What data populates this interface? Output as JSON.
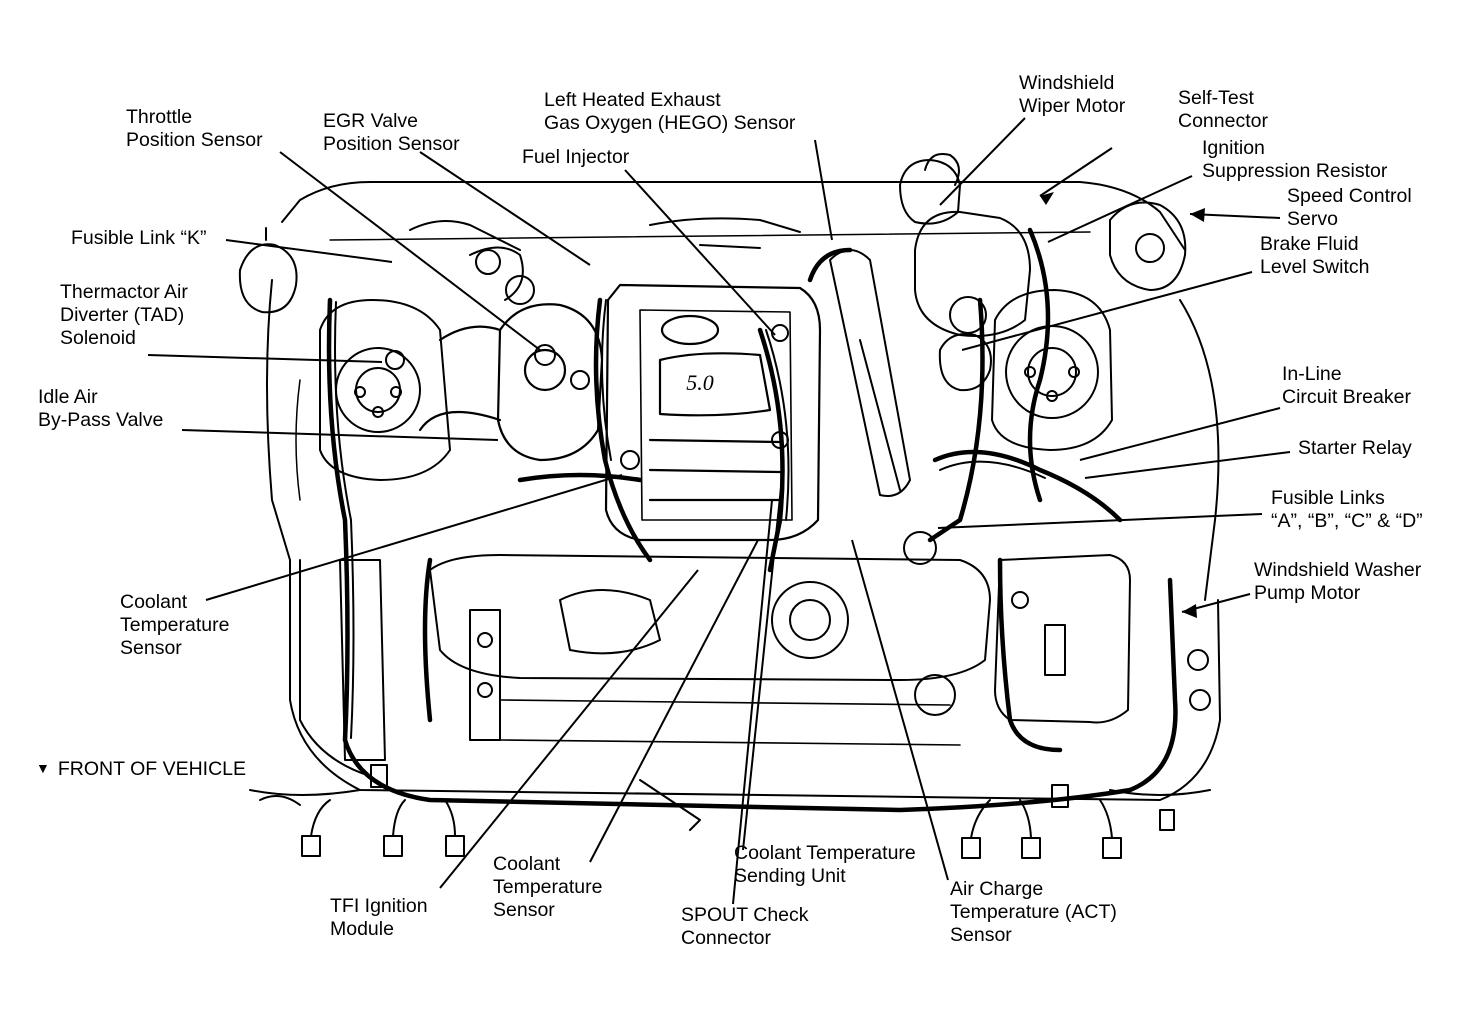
{
  "callouts": [
    {
      "id": "throttle-position-sensor",
      "lines": [
        "Throttle",
        "Position Sensor"
      ]
    },
    {
      "id": "egr-valve-position-sensor",
      "lines": [
        "EGR Valve",
        "Position Sensor"
      ]
    },
    {
      "id": "left-hego-sensor",
      "lines": [
        "Left Heated Exhaust",
        "Gas Oxygen (HEGO) Sensor"
      ]
    },
    {
      "id": "fuel-injector",
      "lines": [
        "Fuel Injector"
      ]
    },
    {
      "id": "windshield-wiper-motor",
      "lines": [
        "Windshield",
        "Wiper Motor"
      ]
    },
    {
      "id": "self-test-connector",
      "lines": [
        "Self-Test",
        "Connector"
      ]
    },
    {
      "id": "ignition-suppression-resistor",
      "lines": [
        "Ignition",
        "Suppression Resistor"
      ]
    },
    {
      "id": "speed-control-servo",
      "lines": [
        "Speed Control",
        "Servo"
      ]
    },
    {
      "id": "brake-fluid-level-switch",
      "lines": [
        "Brake Fluid",
        "Level Switch"
      ]
    },
    {
      "id": "fusible-link-k",
      "lines": [
        "Fusible Link “K”"
      ]
    },
    {
      "id": "thermactor-tad-solenoid",
      "lines": [
        "Thermactor Air",
        "Diverter (TAD)",
        "Solenoid"
      ]
    },
    {
      "id": "idle-air-bypass-valve",
      "lines": [
        "Idle Air",
        "By-Pass Valve"
      ]
    },
    {
      "id": "in-line-circuit-breaker",
      "lines": [
        "In-Line",
        "Circuit Breaker"
      ]
    },
    {
      "id": "starter-relay",
      "lines": [
        "Starter Relay"
      ]
    },
    {
      "id": "fusible-links-abcd",
      "lines": [
        "Fusible Links",
        "“A”, “B”, “C” & “D”"
      ]
    },
    {
      "id": "windshield-washer-pump-motor",
      "lines": [
        "Windshield Washer",
        "Pump Motor"
      ]
    },
    {
      "id": "coolant-temperature-sensor-left",
      "lines": [
        "Coolant",
        "Temperature",
        "Sensor"
      ]
    },
    {
      "id": "tfi-ignition-module",
      "lines": [
        "TFI Ignition",
        "Module"
      ]
    },
    {
      "id": "coolant-temperature-sensor-bottom",
      "lines": [
        "Coolant",
        "Temperature",
        "Sensor"
      ]
    },
    {
      "id": "spout-check-connector",
      "lines": [
        "SPOUT Check",
        "Connector"
      ]
    },
    {
      "id": "coolant-temperature-sending-unit",
      "lines": [
        "Coolant Temperature",
        "Sending Unit"
      ]
    },
    {
      "id": "act-sensor",
      "lines": [
        "Air Charge",
        "Temperature (ACT)",
        "Sensor"
      ]
    }
  ],
  "front_label": "FRONT OF VEHICLE",
  "engine_badge": "5.0",
  "colors": {
    "ink": "#000000",
    "background": "#ffffff"
  }
}
